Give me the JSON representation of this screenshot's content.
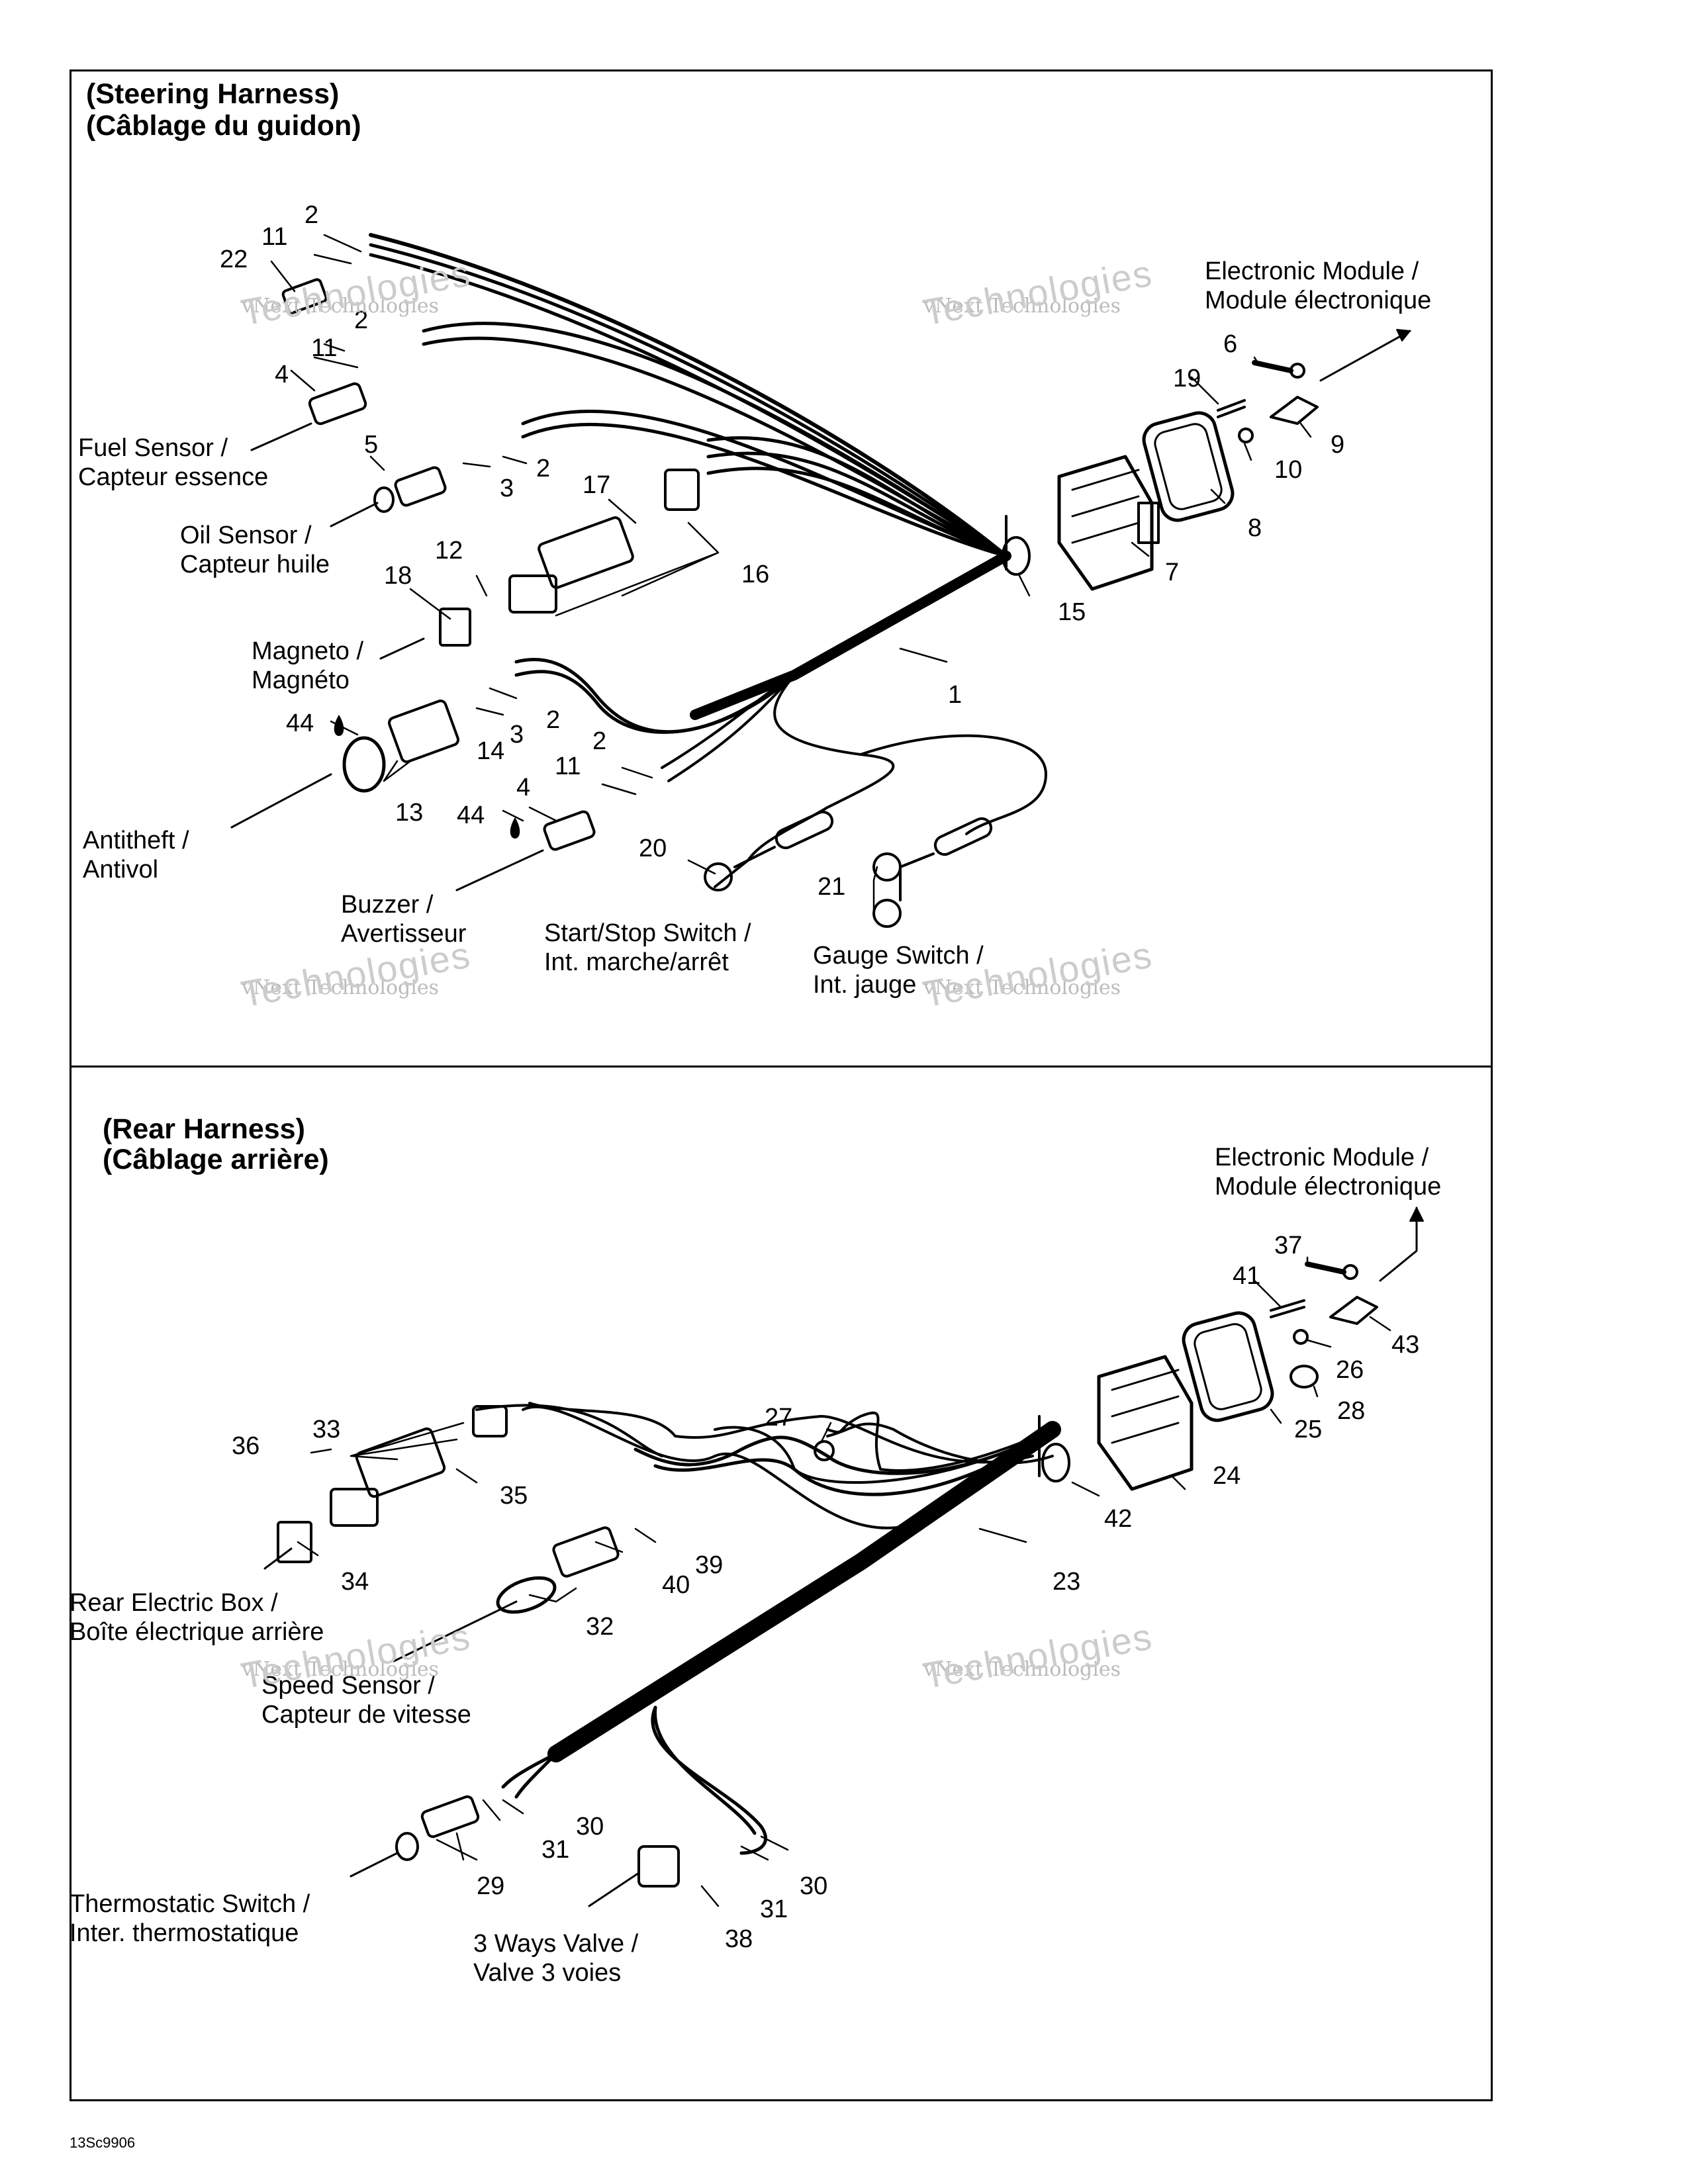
{
  "steering": {
    "title_line1": "(Steering Harness)",
    "title_line2": "(Câblage du guidon)",
    "labels": {
      "electronic_module": "Electronic Module /\nModule électronique",
      "fuel_sensor": "Fuel Sensor /\nCapteur essence",
      "oil_sensor": "Oil Sensor /\nCapteur huile",
      "magneto": "Magneto /\nMagnéto",
      "antitheft": "Antitheft /\nAntivol",
      "buzzer": "Buzzer /\nAvertisseur",
      "start_stop": "Start/Stop Switch /\nInt. marche/arrêt",
      "gauge_switch": "Gauge Switch /\nInt. jauge"
    },
    "callouts": [
      "2",
      "11",
      "22",
      "2",
      "11",
      "4",
      "5",
      "3",
      "2",
      "17",
      "16",
      "12",
      "18",
      "44",
      "14",
      "3",
      "2",
      "13",
      "2",
      "11",
      "4",
      "44",
      "20",
      "21",
      "6",
      "19",
      "9",
      "10",
      "8",
      "7",
      "15",
      "1"
    ]
  },
  "rear": {
    "title_line1": "(Rear Harness)",
    "title_line2": "(Câblage arrière)",
    "labels": {
      "electronic_module": "Electronic Module /\nModule électronique",
      "rear_box": "Rear Electric Box /\nBoîte électrique arrière",
      "speed_sensor": "Speed Sensor /\nCapteur de vitesse",
      "thermostatic": "Thermostatic Switch /\nInter. thermostatique",
      "valve": "3 Ways Valve /\nValve 3 voies"
    },
    "callouts": [
      "37",
      "41",
      "43",
      "26",
      "28",
      "25",
      "24",
      "42",
      "27",
      "23",
      "33",
      "36",
      "35",
      "34",
      "39",
      "40",
      "32",
      "30",
      "31",
      "29",
      "30",
      "31",
      "38"
    ]
  },
  "watermark": {
    "line1": "vNext Technologies",
    "line2": "Technologies"
  },
  "drawing_code": "13Sc9906"
}
